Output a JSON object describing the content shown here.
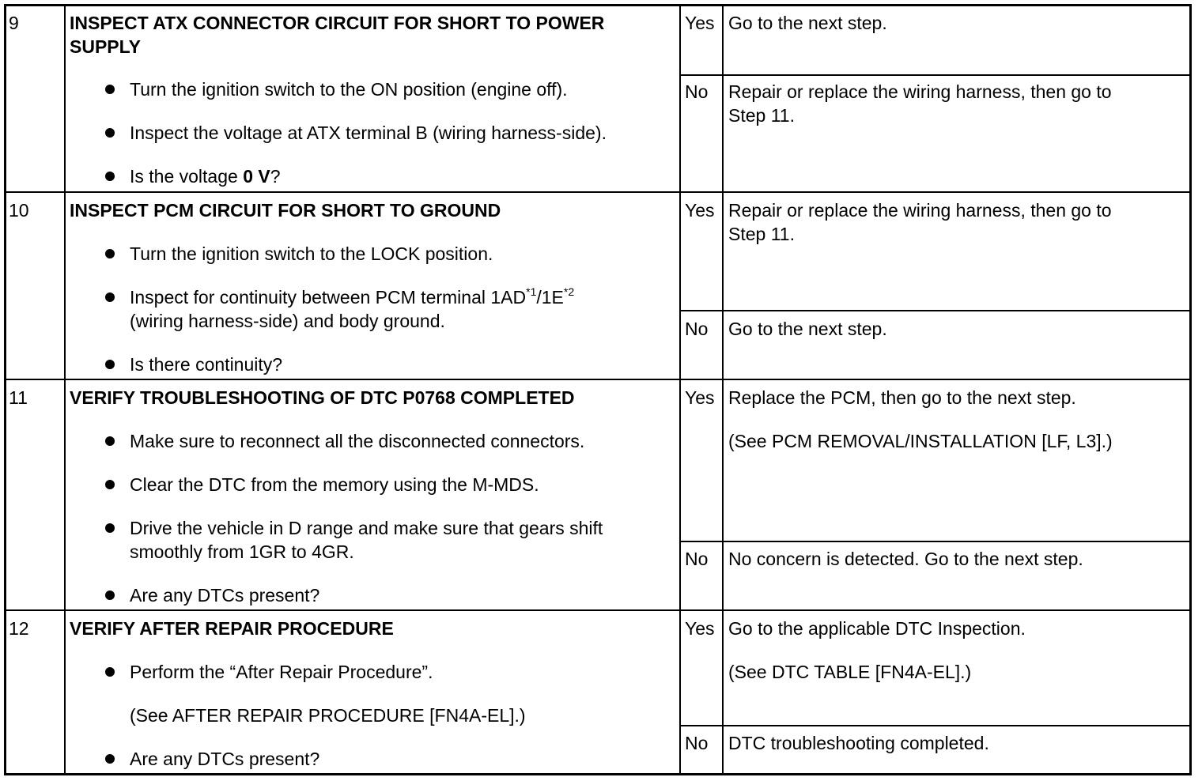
{
  "steps": [
    {
      "number": "9",
      "title_line1": "INSPECT ATX CONNECTOR CIRCUIT FOR SHORT TO POWER",
      "title_line2": "SUPPLY",
      "bullets": [
        "Turn the ignition switch to the ON position (engine off).",
        "Inspect the voltage at ATX terminal B (wiring harness-side)."
      ],
      "question_prefix": "Is the voltage ",
      "question_bold": "0 V",
      "question_suffix": "?",
      "yes_label": "Yes",
      "yes_action": "Go to the next step.",
      "no_label": "No",
      "no_action_line1": "Repair or replace the wiring harness, then go to",
      "no_action_line2": "Step 11."
    },
    {
      "number": "10",
      "title": "INSPECT PCM CIRCUIT FOR SHORT TO GROUND",
      "bullet1": "Turn the ignition switch to the LOCK position.",
      "bullet2_part1": "Inspect for continuity between PCM terminal 1AD",
      "bullet2_sup1": "*1",
      "bullet2_part2": "/1E",
      "bullet2_sup2": "*2",
      "bullet2_line2": "(wiring harness-side) and body ground.",
      "bullet3": "Is there continuity?",
      "yes_label": "Yes",
      "yes_action_line1": "Repair or replace the wiring harness, then go to",
      "yes_action_line2": "Step 11.",
      "no_label": "No",
      "no_action": "Go to the next step."
    },
    {
      "number": "11",
      "title": "VERIFY TROUBLESHOOTING OF DTC P0768 COMPLETED",
      "bullet1": "Make sure to reconnect all the disconnected connectors.",
      "bullet2": "Clear the DTC from the memory using the M-MDS.",
      "bullet3_line1": "Drive the vehicle in D range and make sure that gears shift",
      "bullet3_line2": "smoothly from 1GR to 4GR.",
      "bullet4": "Are any DTCs present?",
      "yes_label": "Yes",
      "yes_action": "Replace the PCM, then go to the next step.",
      "yes_reference": "(See PCM REMOVAL/INSTALLATION [LF, L3].)",
      "no_label": "No",
      "no_action": "No concern is detected. Go to the next step."
    },
    {
      "number": "12",
      "title": "VERIFY AFTER REPAIR PROCEDURE",
      "bullet1": "Perform the “After Repair Procedure”.",
      "bullet1_reference": "(See AFTER REPAIR PROCEDURE [FN4A-EL].)",
      "bullet2": "Are any DTCs present?",
      "yes_label": "Yes",
      "yes_action": "Go to the applicable DTC Inspection.",
      "yes_reference": "(See DTC TABLE [FN4A-EL].)",
      "no_label": "No",
      "no_action": "DTC troubleshooting completed."
    }
  ]
}
